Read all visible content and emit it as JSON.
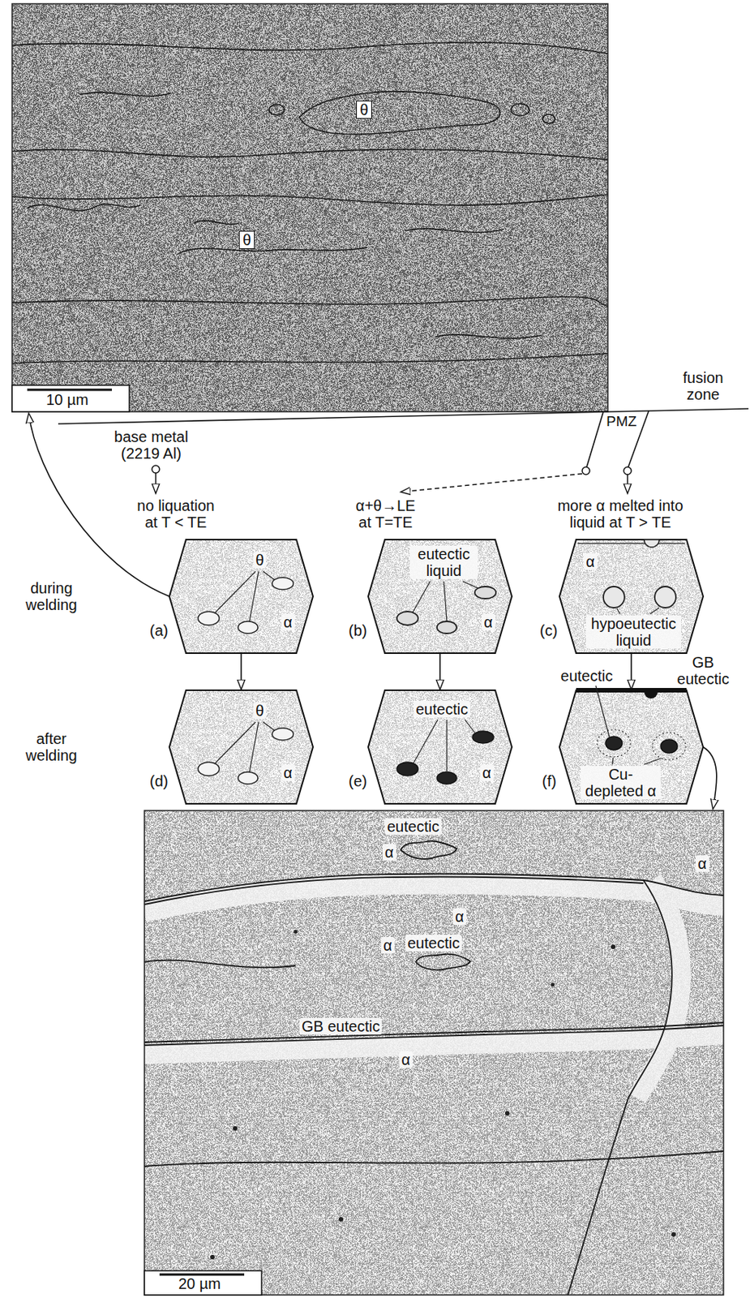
{
  "diagram": {
    "nodes": [
      {
        "text": [
          "θ",
          "θ",
          "10 µm"
        ]
      },
      {
        "text": [
          "θ",
          "α"
        ]
      },
      {
        "text": [
          "eutectic liquid",
          "α"
        ]
      },
      {
        "text": [
          "α",
          "hypoeutectic liquid"
        ]
      },
      {
        "text": [
          "θ",
          "α"
        ]
      },
      {
        "text": [
          "eutectic",
          "α"
        ]
      },
      {
        "text": [
          "eutectic",
          "GB eutectic",
          "Cu-depleted α"
        ]
      },
      {
        "text": [
          "eutectic",
          "α",
          "α",
          "α",
          "eutectic",
          "α",
          "GB eutectic",
          "α",
          "20 µm"
        ]
      }
    ],
    "edges": [
      {
        "from": 1,
        "to": 0,
        "arrow": "to"
      },
      {
        "from": 1,
        "to": 4,
        "arrow": "to"
      },
      {
        "from": 2,
        "to": 5,
        "arrow": "to"
      },
      {
        "from": 3,
        "to": 6,
        "arrow": "to"
      },
      {
        "from": 6,
        "to": 7,
        "arrow": "to"
      }
    ],
    "labels": [
      "fusion zone",
      "PMZ",
      "base metal (2219 Al)",
      "no liquation at T < TE",
      "α+θ→LE at T=TE",
      "more α melted into liquid at T > TE",
      "during welding",
      "(a)",
      "(b)",
      "(c)",
      "after welding",
      "(d)",
      "(e)",
      "(f)"
    ]
  }
}
